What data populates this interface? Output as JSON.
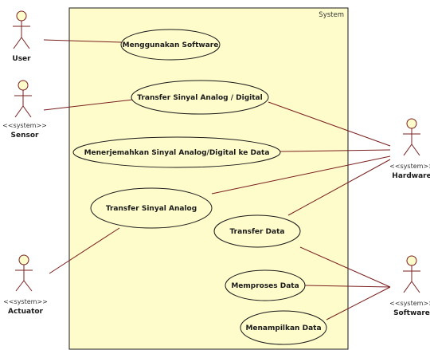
{
  "system": {
    "title": "System"
  },
  "use_cases": [
    {
      "id": "uc-menggunakan-software",
      "label": "Menggunakan Software"
    },
    {
      "id": "uc-transfer-sinyal-analog-digital",
      "label": "Transfer Sinyal Analog / Digital"
    },
    {
      "id": "uc-menerjemahkan",
      "label": "Menerjemahkan Sinyal Analog/Digital ke Data"
    },
    {
      "id": "uc-transfer-sinyal-analog",
      "label": "Transfer Sinyal Analog"
    },
    {
      "id": "uc-transfer-data",
      "label": "Transfer Data"
    },
    {
      "id": "uc-memproses-data",
      "label": "Memproses Data"
    },
    {
      "id": "uc-menampilkan-data",
      "label": "Menampilkan Data"
    }
  ],
  "actors": [
    {
      "id": "actor-user",
      "name": "User",
      "stereotype": ""
    },
    {
      "id": "actor-sensor",
      "name": "Sensor",
      "stereotype": "<<system>>"
    },
    {
      "id": "actor-actuator",
      "name": "Actuator",
      "stereotype": "<<system>>"
    },
    {
      "id": "actor-hardware",
      "name": "Hardware",
      "stereotype": "<<system>>"
    },
    {
      "id": "actor-software",
      "name": "Software",
      "stereotype": "<<system>>"
    }
  ],
  "associations": [
    {
      "from": "actor-user",
      "to": "uc-menggunakan-software"
    },
    {
      "from": "actor-sensor",
      "to": "uc-transfer-sinyal-analog-digital"
    },
    {
      "from": "actor-hardware",
      "to": "uc-transfer-sinyal-analog-digital"
    },
    {
      "from": "actor-hardware",
      "to": "uc-menerjemahkan"
    },
    {
      "from": "actor-hardware",
      "to": "uc-transfer-sinyal-analog"
    },
    {
      "from": "actor-hardware",
      "to": "uc-transfer-data"
    },
    {
      "from": "actor-actuator",
      "to": "uc-transfer-sinyal-analog"
    },
    {
      "from": "actor-software",
      "to": "uc-transfer-data"
    },
    {
      "from": "actor-software",
      "to": "uc-memproses-data"
    },
    {
      "from": "actor-software",
      "to": "uc-menampilkan-data"
    }
  ],
  "colors": {
    "boundary_fill": "#fefccb",
    "usecase_fill": "#fefccb",
    "line": "#7a1f1f",
    "outline": "#1a1a1a"
  }
}
